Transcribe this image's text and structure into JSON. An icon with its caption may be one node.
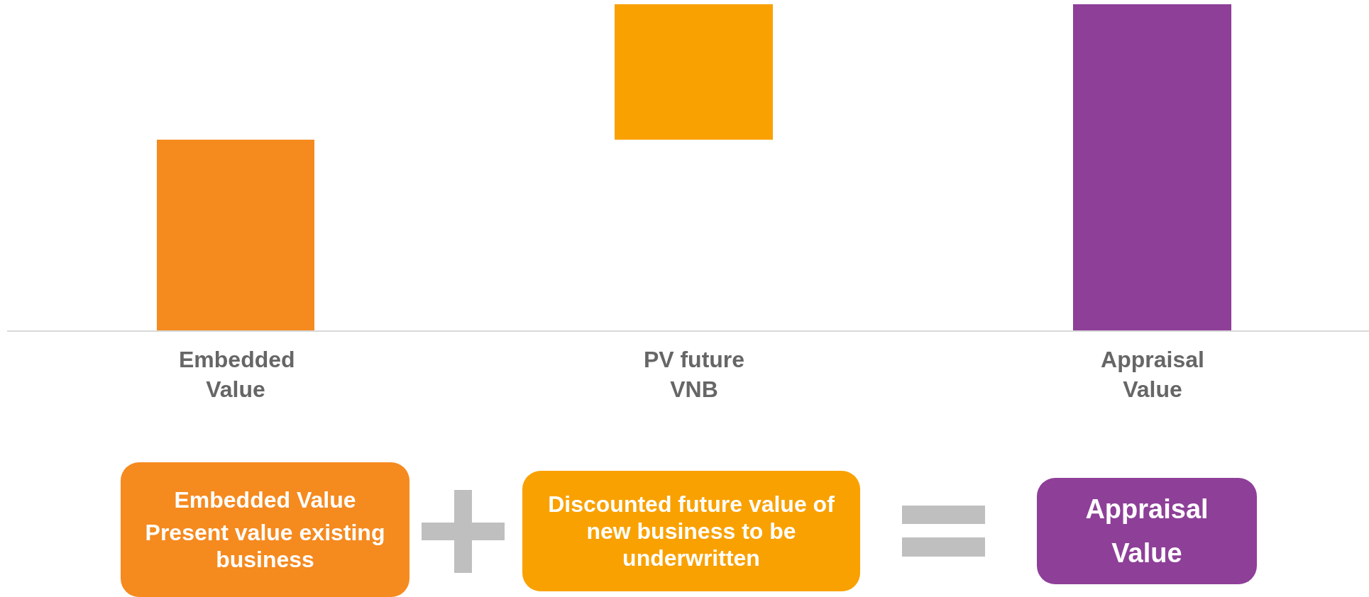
{
  "diagram": {
    "nodes": [
      {
        "text": [
          "Embedded Value",
          "Present value existing business"
        ]
      },
      {
        "text": [
          "Discounted future value of new business to be underwritten"
        ]
      },
      {
        "text": [
          "Appraisal Value"
        ]
      }
    ],
    "labels": [
      "Embedded Value",
      "PV future VNB",
      "Appraisal Value"
    ]
  }
}
